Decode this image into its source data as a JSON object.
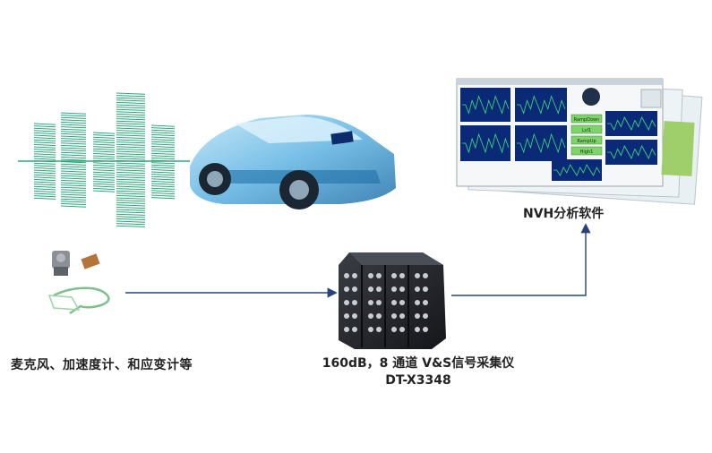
{
  "labels": {
    "sensors": "麦克风、加速度计、和应变计等",
    "daq_line1": "160dB，8 通道 V&S信号采集仪",
    "daq_line2": "DT-X3348",
    "software": "NVH分析软件"
  },
  "software_panel": {
    "buttons": [
      "RampDown",
      "Lvl1",
      "RampUp",
      "High1"
    ]
  },
  "colors": {
    "wave": "#2aa87a",
    "car": "#5fb4e3",
    "car_dark": "#1f6fa8",
    "arrow": "#27457a",
    "device": "#222428",
    "screen_blue": "#0a2a78"
  }
}
